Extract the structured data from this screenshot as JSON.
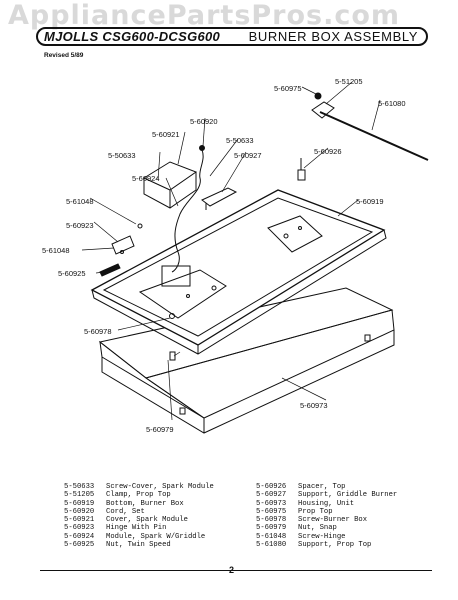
{
  "watermark": "AppliancePartsPros.com",
  "header": {
    "brand": "MJOLLS CSG600-DCSG600",
    "assembly": "BURNER BOX ASSEMBLY",
    "revised": "Revised 5/89"
  },
  "callouts": {
    "c_60975": "5-60975",
    "c_51205": "5-51205",
    "c_61080": "5-61080",
    "c_60920": "5-60920",
    "c_60921": "5-60921",
    "c_50633_a": "5-50633",
    "c_50633_b": "5-50633",
    "c_60927": "5-60927",
    "c_60926": "5-60926",
    "c_60924": "5-60924",
    "c_61048_a": "5-61048",
    "c_60919": "5-60919",
    "c_60923": "5-60923",
    "c_61048_b": "5-61048",
    "c_60925": "5-60925",
    "c_60978": "5-60978",
    "c_60973": "5-60973",
    "c_60979": "5-60979"
  },
  "parts_left": [
    {
      "num": "5-50633",
      "desc": "Screw-Cover, Spark Module"
    },
    {
      "num": "5-51205",
      "desc": "Clamp, Prop Top"
    },
    {
      "num": "5-60919",
      "desc": "Bottom, Burner Box"
    },
    {
      "num": "5-60920",
      "desc": "Cord, Set"
    },
    {
      "num": "5-60921",
      "desc": "Cover, Spark Module"
    },
    {
      "num": "5-60923",
      "desc": "Hinge With Pin"
    },
    {
      "num": "5-60924",
      "desc": "Module, Spark W/Griddle"
    },
    {
      "num": "5-60925",
      "desc": "Nut, Twin Speed"
    }
  ],
  "parts_right": [
    {
      "num": "5-60926",
      "desc": "Spacer, Top"
    },
    {
      "num": "5-60927",
      "desc": "Support, Griddle Burner"
    },
    {
      "num": "5-60973",
      "desc": "Housing, Unit"
    },
    {
      "num": "5-60975",
      "desc": "Prop Top"
    },
    {
      "num": "5-60978",
      "desc": "Screw-Burner Box"
    },
    {
      "num": "5-60979",
      "desc": "Nut, Snap"
    },
    {
      "num": "5-61048",
      "desc": "Screw-Hinge"
    },
    {
      "num": "5-61080",
      "desc": "Support, Prop Top"
    }
  ],
  "page_number": "2"
}
